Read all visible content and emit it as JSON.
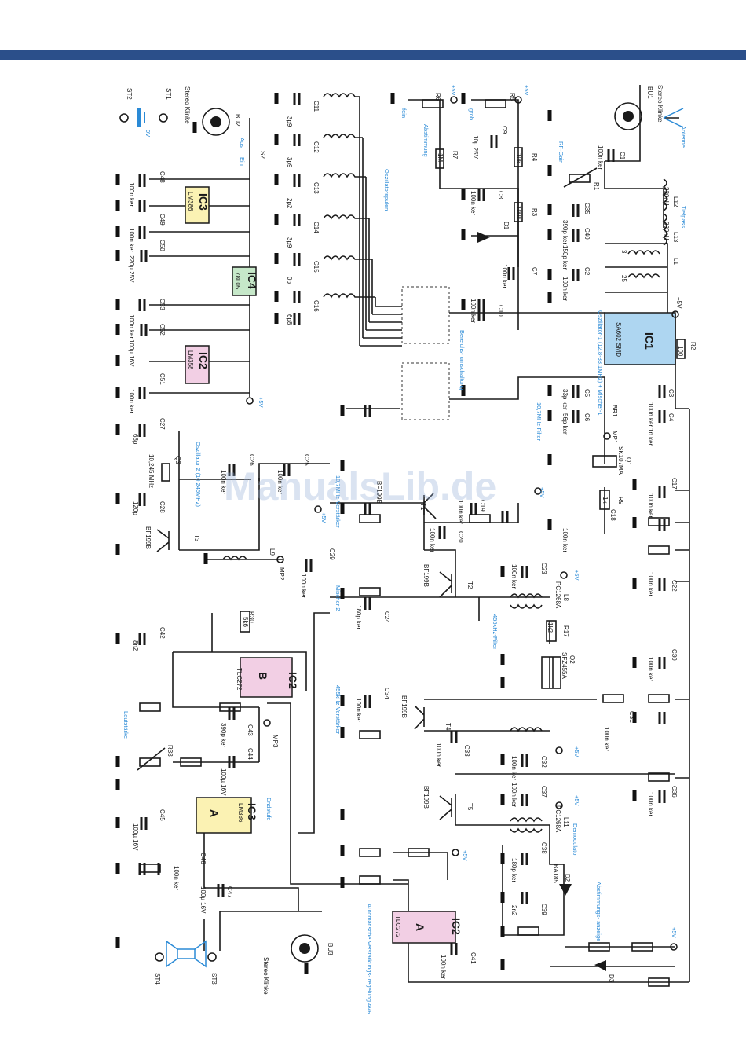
{
  "watermark": "ManualsLib.de",
  "labels": {
    "antenne": "Antenne",
    "bu1": "BU1",
    "bu1_jack": "Stereo Klinke",
    "rf_gain": "RF-Gain",
    "c1": "C1",
    "c1_val": "100n ker",
    "r1": "R1",
    "l12": "L12",
    "l12_val": "330nH",
    "l13": "L13",
    "l13_val": "330nH",
    "tiefpass": "Tiefpass",
    "c35": "C35",
    "c35_val": "390p ker",
    "c40": "C40",
    "c40_val": "150p ker",
    "l1": "L1",
    "l1_turns": "3",
    "l1_turns2": "25",
    "c2": "C2",
    "c2_val": "100n ker",
    "ic1": "IC1",
    "ic1_type": "SA602 SMD",
    "ic1_desc": "Oszillator-1 (12,8-33,1MHz) + Mischer-1",
    "r2": "R2",
    "r2_val": "100",
    "c3": "C3",
    "c3_val": "100n ker",
    "c4": "C4",
    "c4_val": "1n ker",
    "c5": "C5",
    "c5_val": "33p ker",
    "c6": "C6",
    "c6_val": "56p ker",
    "br1": "BR1",
    "filter10": "10,7MHz-Filter",
    "mp1": "MP1",
    "q1": "Q1",
    "q1_type": "SK107MA",
    "r9": "R9",
    "r9_val": "1k",
    "c17": "C17",
    "c17_val": "100n ker",
    "c18": "C18",
    "c18_val": "100n ker",
    "c22": "C22",
    "c22_val": "100n ker",
    "fein": "fein",
    "grob": "grob",
    "abstimmung": "Abstimmung",
    "r6": "R6",
    "r5": "R5",
    "plus5v": "+5V",
    "c9": "C9",
    "c9_val": "10µ 25V",
    "r4": "R4",
    "r4_val": "10k",
    "r7": "R7",
    "r7_val": "1M",
    "c8": "C8",
    "c8_val": "100n ker",
    "r3": "R3",
    "r3_val": "100k",
    "d1": "D1",
    "c7": "C7",
    "c7_val": "100n ker",
    "c10": "C10",
    "c10_val": "100n ker",
    "oszillatorspulen": "Oszillatorspulen",
    "bereichs": "Bereichs- umschaltung",
    "c11": "C11",
    "c11_val": "3p9",
    "c12": "C12",
    "c12_val": "3p9",
    "c13": "C13",
    "c13_val": "2p2",
    "c14": "C14",
    "c14_val": "3p9",
    "c15": "C15",
    "c15_val": "0p",
    "c16": "C16",
    "c16_val": "6p8",
    "st1": "ST1",
    "st2": "ST2",
    "v9": "9V",
    "bu2": "BU2",
    "bu2_jack": "Stereo Klinke",
    "s2": "S2",
    "aus": "Aus",
    "ein": "Ein",
    "c48": "C48",
    "c48_val": "100n ker",
    "ic3": "IC3",
    "ic3_type": "LM386",
    "c49": "C49",
    "c49_val": "100n ker",
    "c50": "C50",
    "c50_val": "220µ 25V",
    "ic4": "IC4",
    "ic4_type": "78L05",
    "c53": "C53",
    "c53_val": "100n ker",
    "c52": "C52",
    "c52_val": "100µ 16V",
    "ic2": "IC2",
    "ic2_type": "LM358",
    "c51": "C51",
    "c51_val": "100n ker",
    "c27": "C27",
    "c27_val": "68p",
    "q3": "Q3",
    "q3_val": "10,245 MHz",
    "osz2": "Oszillator 2 (10,245MHz)",
    "c26": "C26",
    "c26_val": "100n ker",
    "c25": "C25",
    "c25_val": "100n ker",
    "c28": "C28",
    "c28_val": "120p",
    "t3": "T3",
    "bf199b": "BF199B",
    "l9": "L9",
    "mp2": "MP2",
    "c29": "C29",
    "c29_val": "100n ker",
    "verst107": "10,7MHz-Verstärker",
    "t1": "T1",
    "c19": "C19",
    "c19_val": "100n ker",
    "c20": "C20",
    "c20_val": "100n ker",
    "t2": "T2",
    "mischer2": "Mischer 2",
    "c24": "C24",
    "c24_val": "180p ker",
    "c23": "C23",
    "c23_val": "100n ker",
    "l8": "L8",
    "l8_type": "PC1268A",
    "r17": "R17",
    "r17_val": "1k2",
    "filter455": "455kHz-Filter",
    "q2": "Q2",
    "q2_type": "SFZ455A",
    "c30": "C30",
    "c30_val": "100n ker",
    "c34": "C34",
    "c34_val": "100n ker",
    "verst455": "455kHz-Verstärker",
    "t4": "T4",
    "c33": "C33",
    "c33_val": "100n ker",
    "c31": "C31",
    "c31_val": "100n ker",
    "c32": "C32",
    "c32_val": "100n ker",
    "t5": "T5",
    "c37": "C37",
    "c37_val": "100n ker",
    "c36": "C36",
    "c36_val": "100n ker",
    "l11": "L11",
    "l11_type": "PC1268A",
    "demodulator": "Demodulator",
    "c38": "C38",
    "c38_val": "180p ker",
    "d2": "D2",
    "d2_type": "BAT85",
    "c39": "C39",
    "c39_val": "2n2",
    "absanz": "Abstimmungs- anzeige",
    "d3": "D3",
    "r30": "R30",
    "r30_val": "5k6",
    "c42": "C42",
    "c42_val": "8n2",
    "ic2b": "IC2",
    "ic2b_type": "TLC272",
    "unit_b": "B",
    "lautstaerke": "Lautstärke",
    "c43": "C43",
    "c43_val": "390p ker",
    "mp3": "MP3",
    "r33": "R33",
    "c44": "C44",
    "c44_val": "100µ 16V",
    "ic3b": "IC3",
    "ic3b_type": "LM386",
    "unit_a": "A",
    "endstufe": "Endstufe",
    "c45": "C45",
    "c45_val": "100µ 16V",
    "c46": "C46",
    "c46_val": "100n ker",
    "c47": "C47",
    "c47_val": "100µ 16V",
    "ic2a": "IC2",
    "ic2a_type": "TLC272",
    "avr": "Automatische Verstärkungs- regelung AVR",
    "c41": "C41",
    "c41_val": "100n ker",
    "bu3": "BU3",
    "bu3_jack": "Stereo Klinke",
    "st3": "ST3",
    "st4": "ST4"
  }
}
